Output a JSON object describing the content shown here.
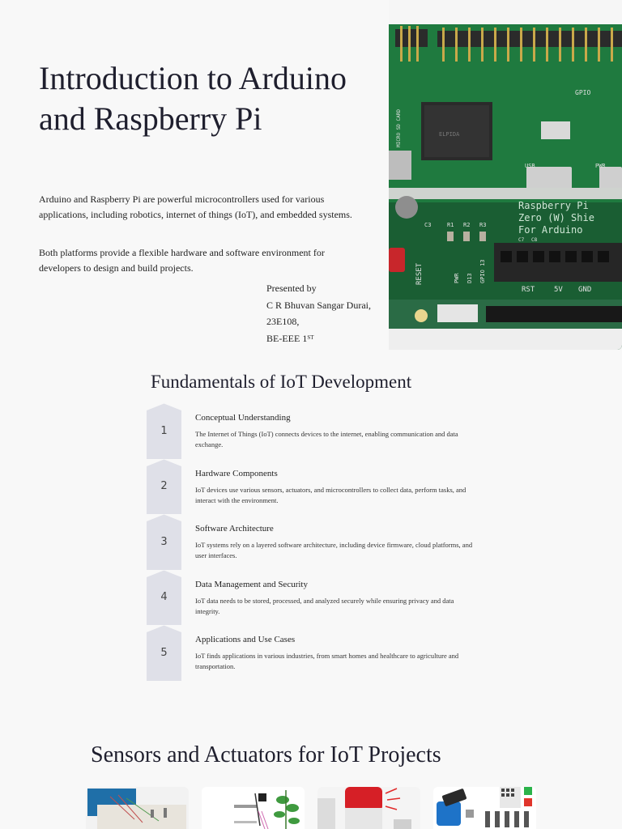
{
  "title": "Introduction to Arduino and Raspberry Pi",
  "intro": {
    "para1": "Arduino and Raspberry Pi are powerful microcontrollers used for various applications, including robotics, internet of things (IoT), and embedded systems.",
    "para2": "Both platforms provide a flexible hardware and software environment for developers to design and build projects."
  },
  "presenter": {
    "line1": "Presented by",
    "line2": "C R Bhuvan Sangar Durai,",
    "line3": "23E108,",
    "line4_main": "BE-EEE 1",
    "line4_sup": "ST"
  },
  "hero_board_text": {
    "gpio": "GPIO",
    "sd": "MICRO SD CARD",
    "usb": "USB",
    "pwr": "PWR",
    "shield_line1": "Raspberry Pi",
    "shield_line2": "Zero (W) Shie",
    "shield_line3": "For Arduino",
    "c3": "C3",
    "r1": "R1",
    "r2": "R2",
    "r3": "R3",
    "c7": "C7",
    "c8": "C8",
    "reset": "RESET",
    "led1": "PWR",
    "led2": "D13",
    "led3": "GPIO 13",
    "rst": "RST",
    "v5": "5V",
    "gnd": "GND"
  },
  "fundamentals": {
    "heading": "Fundamentals of IoT Development",
    "steps": [
      {
        "num": "1",
        "title": "Conceptual Understanding",
        "desc": "The Internet of Things (IoT) connects devices to the internet, enabling communication and data exchange."
      },
      {
        "num": "2",
        "title": "Hardware Components",
        "desc": "IoT devices use various sensors, actuators, and microcontrollers to collect data, perform tasks, and interact with the environment."
      },
      {
        "num": "3",
        "title": "Software Architecture",
        "desc": "IoT systems rely on a layered software architecture, including device firmware, cloud platforms, and user interfaces."
      },
      {
        "num": "4",
        "title": "Data Management and Security",
        "desc": "IoT data needs to be stored, processed, and analyzed securely while ensuring privacy and data integrity."
      },
      {
        "num": "5",
        "title": "Applications and Use Cases",
        "desc": "IoT finds applications in various industries, from smart homes and healthcare to agriculture and transportation."
      }
    ]
  },
  "sensors": {
    "heading": "Sensors and Actuators for IoT Projects"
  },
  "colors": {
    "background": "#f8f8f8",
    "step_block": "#dfe0e8",
    "pcb_green": "#1e6b3a",
    "text": "#1f1f2e"
  }
}
